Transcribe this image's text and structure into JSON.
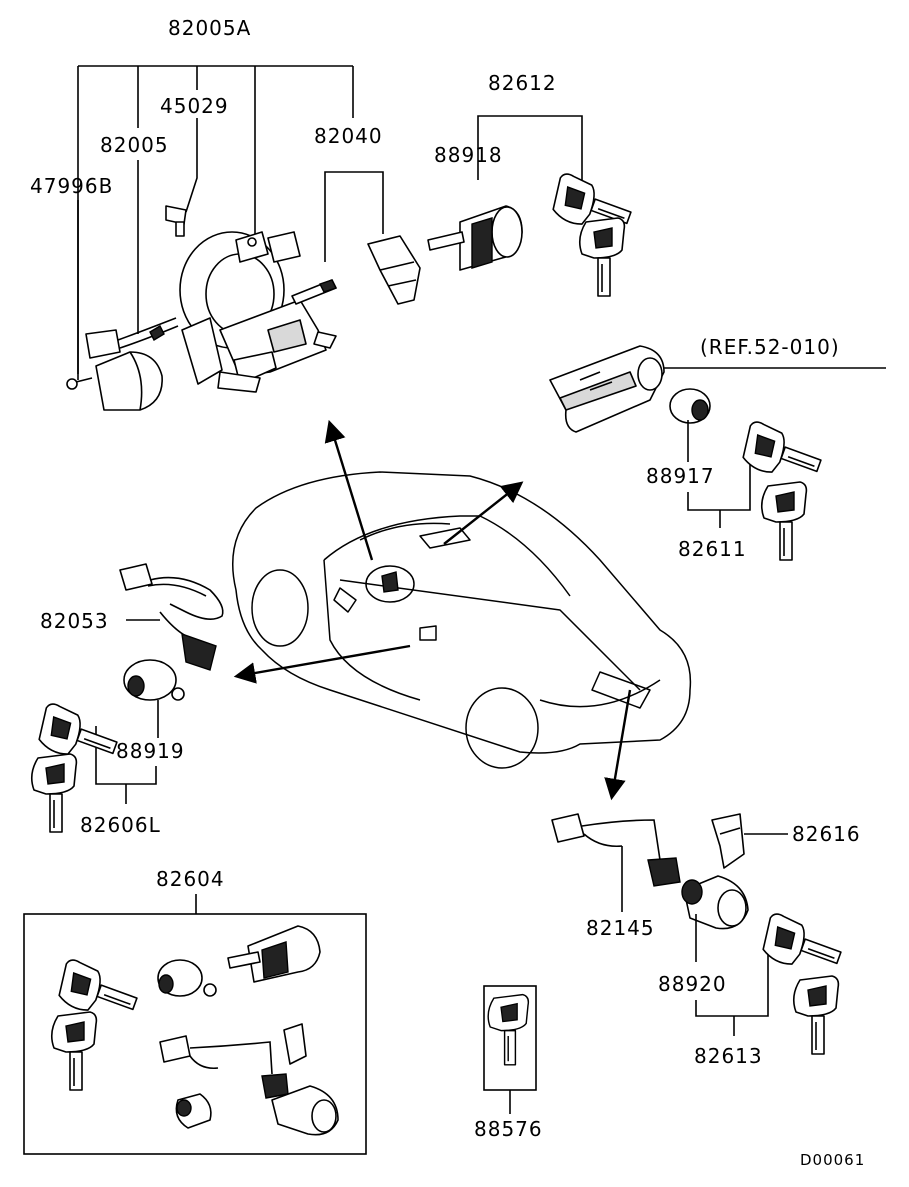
{
  "labels": {
    "p82005A": "82005A",
    "p45029": "45029",
    "p82005": "82005",
    "p47996B": "47996B",
    "p82040": "82040",
    "p82612": "82612",
    "p88918": "88918",
    "ref": "(REF.52-010)",
    "p88917": "88917",
    "p82611": "82611",
    "p82053": "82053",
    "p88919": "88919",
    "p82606L": "82606L",
    "p82616": "82616",
    "p82145": "82145",
    "p88920": "88920",
    "p82613": "82613",
    "p82604": "82604",
    "p88576": "88576",
    "code": "D00061"
  }
}
